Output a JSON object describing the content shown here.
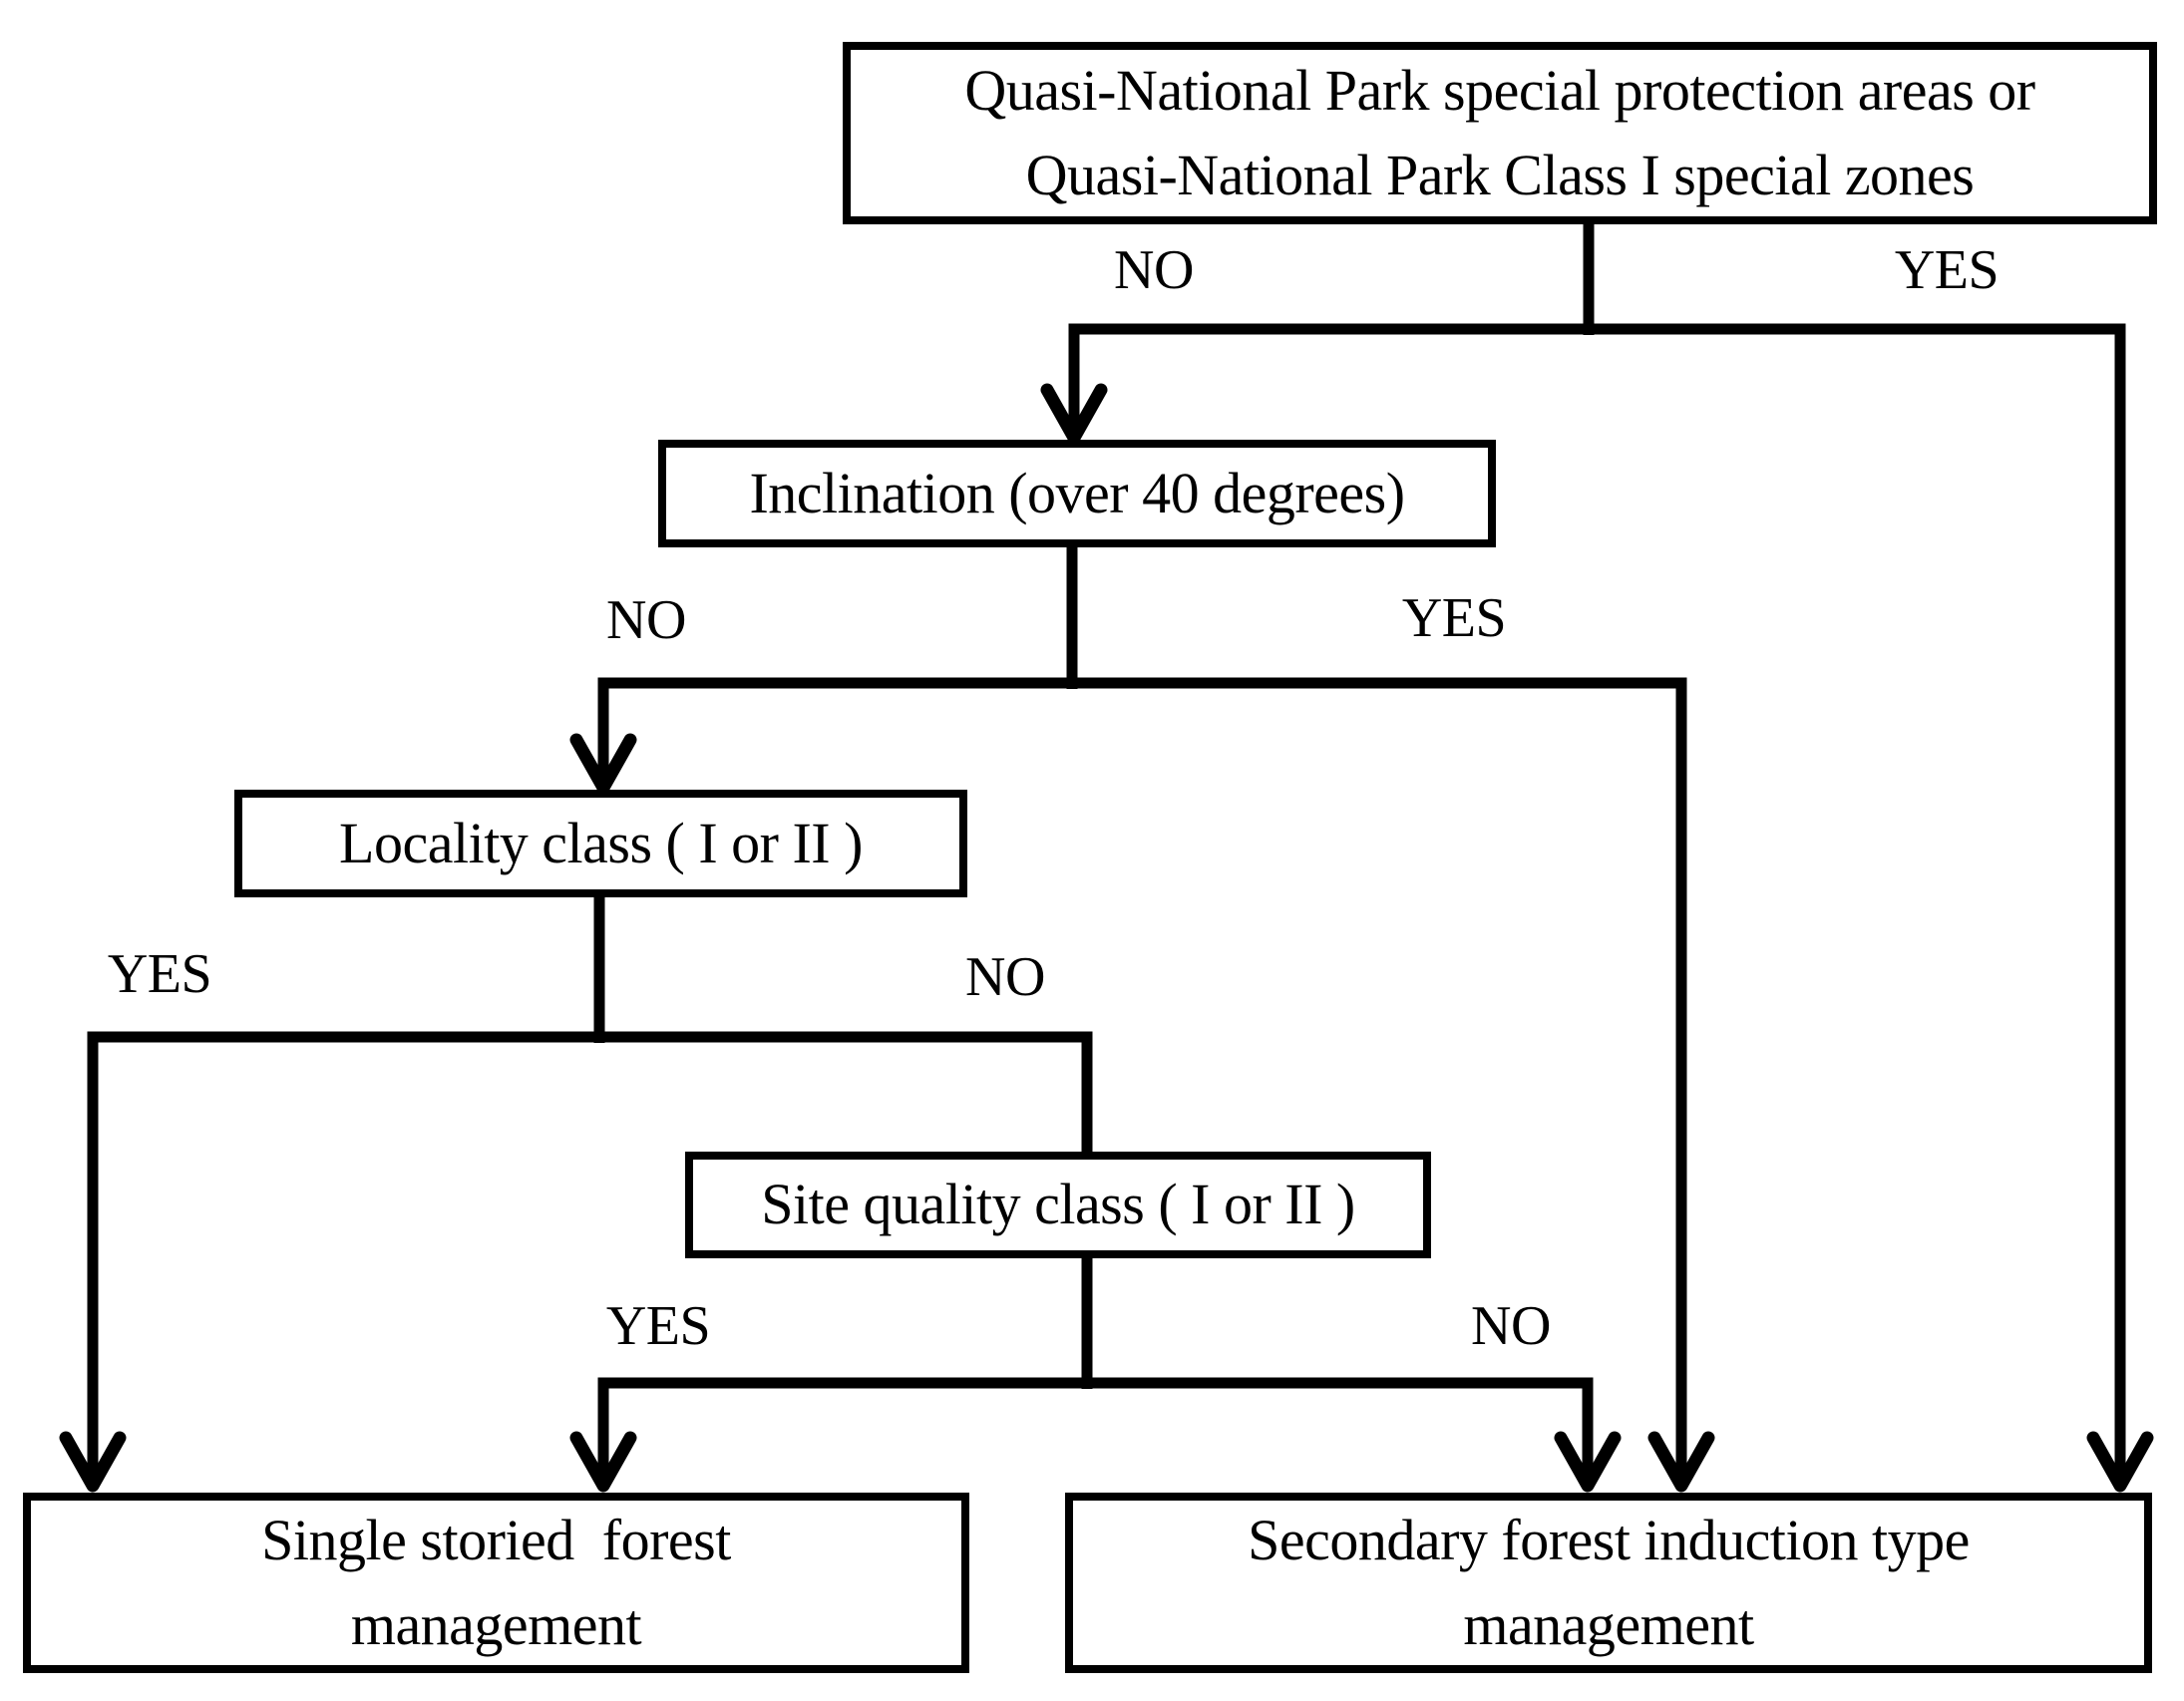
{
  "diagram": {
    "type": "decision-flowchart",
    "colors": {
      "background": "#ffffff",
      "line": "#000000",
      "box_fill": "#ffffff",
      "text": "#000000"
    },
    "nodes": {
      "root": {
        "line1": "Quasi-National Park special protection areas or",
        "line2": "Quasi-National Park Class I special zones"
      },
      "inclination": {
        "label": "Inclination (over 40 degrees)"
      },
      "locality": {
        "label": "Locality class ( I or II )"
      },
      "site_quality": {
        "label": "Site quality class ( I or II )"
      },
      "single_storied": {
        "line1": "Single storied  forest",
        "line2": "management"
      },
      "secondary": {
        "line1": "Secondary forest induction type",
        "line2": "management"
      }
    },
    "branches": {
      "root_no": "NO",
      "root_yes": "YES",
      "inclination_no": "NO",
      "inclination_yes": "YES",
      "locality_yes": "YES",
      "locality_no": "NO",
      "site_yes": "YES",
      "site_no": "NO"
    }
  }
}
